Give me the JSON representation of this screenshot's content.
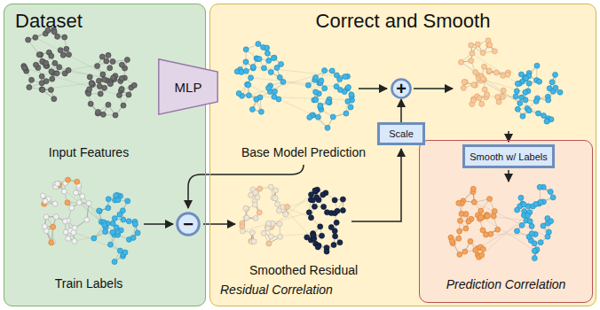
{
  "diagram": {
    "nodes": [
      {
        "text": [
          "Dataset"
        ]
      },
      {
        "text": [
          "Correct and Smooth"
        ]
      },
      {
        "text": [
          "MLP"
        ]
      },
      {
        "text": [
          "+"
        ],
        "in": 1
      },
      {
        "text": [
          "Scale"
        ],
        "in": 1
      },
      {
        "text": [
          "−"
        ],
        "in": 1
      },
      {
        "text": [
          "Prediction Correlation"
        ],
        "in": 1
      },
      {
        "text": [
          "Smooth w/ Labels"
        ],
        "in": 6
      }
    ],
    "edges": [
      {
        "from": 4,
        "to": 3,
        "arrow": "to"
      }
    ],
    "labels": [
      "Input Features",
      "Train Labels",
      "Base Model Prediction",
      "Smoothed Residual",
      "Residual Correlation"
    ]
  }
}
